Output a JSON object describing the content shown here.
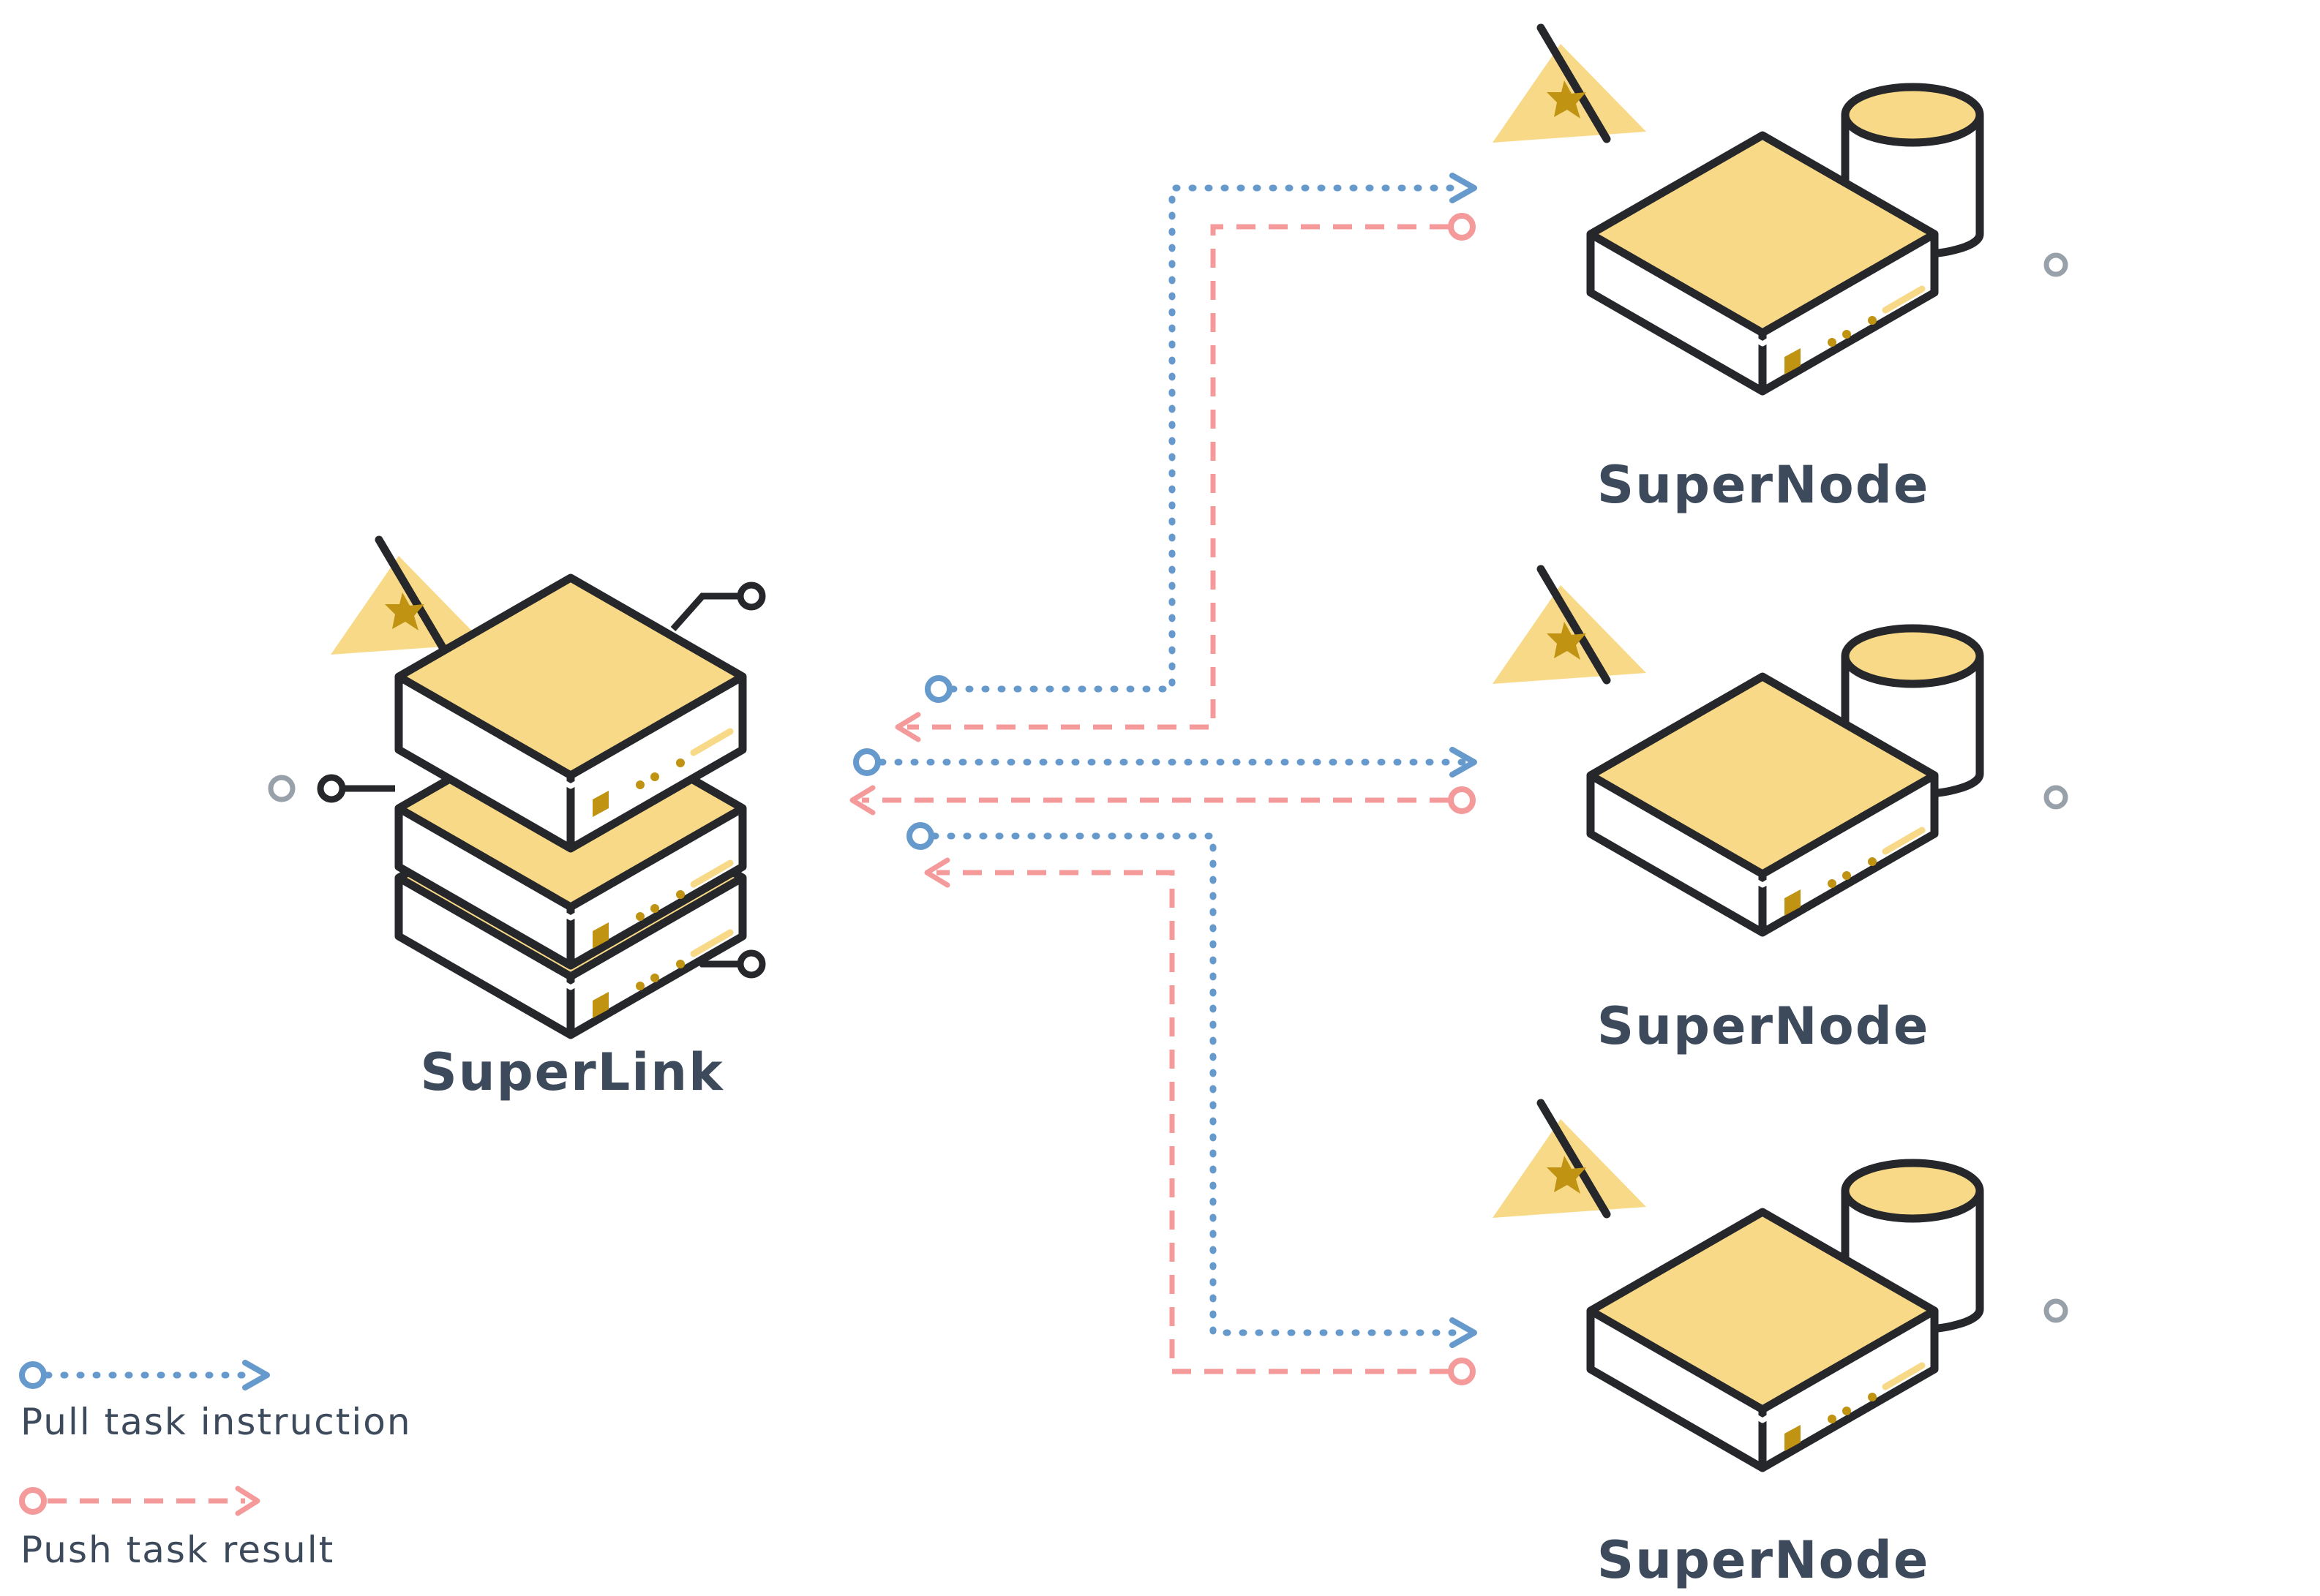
{
  "diagram": {
    "superlink": {
      "label": "SuperLink"
    },
    "supernodes": [
      {
        "label": "SuperNode"
      },
      {
        "label": "SuperNode"
      },
      {
        "label": "SuperNode"
      }
    ]
  },
  "legend": {
    "pull": {
      "label": "Pull task instruction",
      "color": "#6699cc"
    },
    "push": {
      "label": "Push task result",
      "color": "#f59a9a"
    }
  },
  "colors": {
    "accent": "#f8d987",
    "outline": "#26272b",
    "gold": "#c09312",
    "text": "#3c4a5c"
  }
}
